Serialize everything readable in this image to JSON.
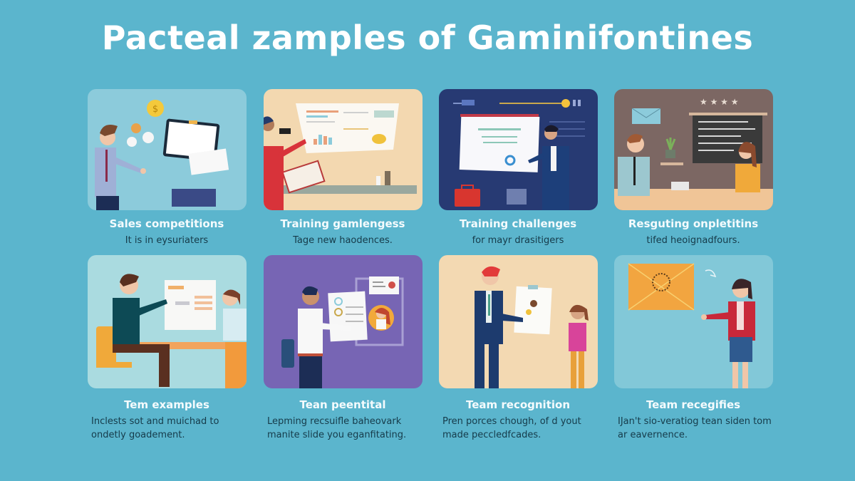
{
  "title": "Pacteal zamples of Gaminifontines",
  "colors": {
    "background": "#5bb5cd",
    "title": "#ffffff",
    "heading": "#f4fbfd",
    "subtext": "#163b4a"
  },
  "cards": [
    {
      "heading": "Sales competitions",
      "subtext": "It is in eysuriaters",
      "illustration": "man-with-tablet-coins",
      "bg": "#8ccbdb"
    },
    {
      "heading": "Training gamlengess",
      "subtext": "Tage new haodences.",
      "illustration": "woman-presenting-projection-chart",
      "bg": "#f3d8b0"
    },
    {
      "heading": "Training challenges",
      "subtext": "for mayr drasitigers",
      "illustration": "presenter-at-whiteboard-dark",
      "bg": "#273a73"
    },
    {
      "heading": "Resguting onpletitins",
      "subtext": "tifed heoignadfours.",
      "illustration": "office-meeting-stars-board",
      "bg": "#7c6763"
    },
    {
      "heading": "Tem examples",
      "subtext": "Inclests sot and muichad to ondetly goadement.",
      "illustration": "desk-meeting-chart",
      "bg": "#aadbe0"
    },
    {
      "heading": "Tean peentital",
      "subtext": "Lepming recsuifle baheovark manite slide you eganfitating.",
      "illustration": "man-with-document-purple",
      "bg": "#7765b4"
    },
    {
      "heading": "Team recognition",
      "subtext": "Pren porces chough, of d yout made peccledfcades.",
      "illustration": "man-giving-certificate-girl",
      "bg": "#f3d9b2"
    },
    {
      "heading": "Team recegifies",
      "subtext": "IJan't sio-veratiog tean siden tom ar eavernence.",
      "illustration": "woman-with-envelope",
      "bg": "#82c8d8"
    }
  ]
}
